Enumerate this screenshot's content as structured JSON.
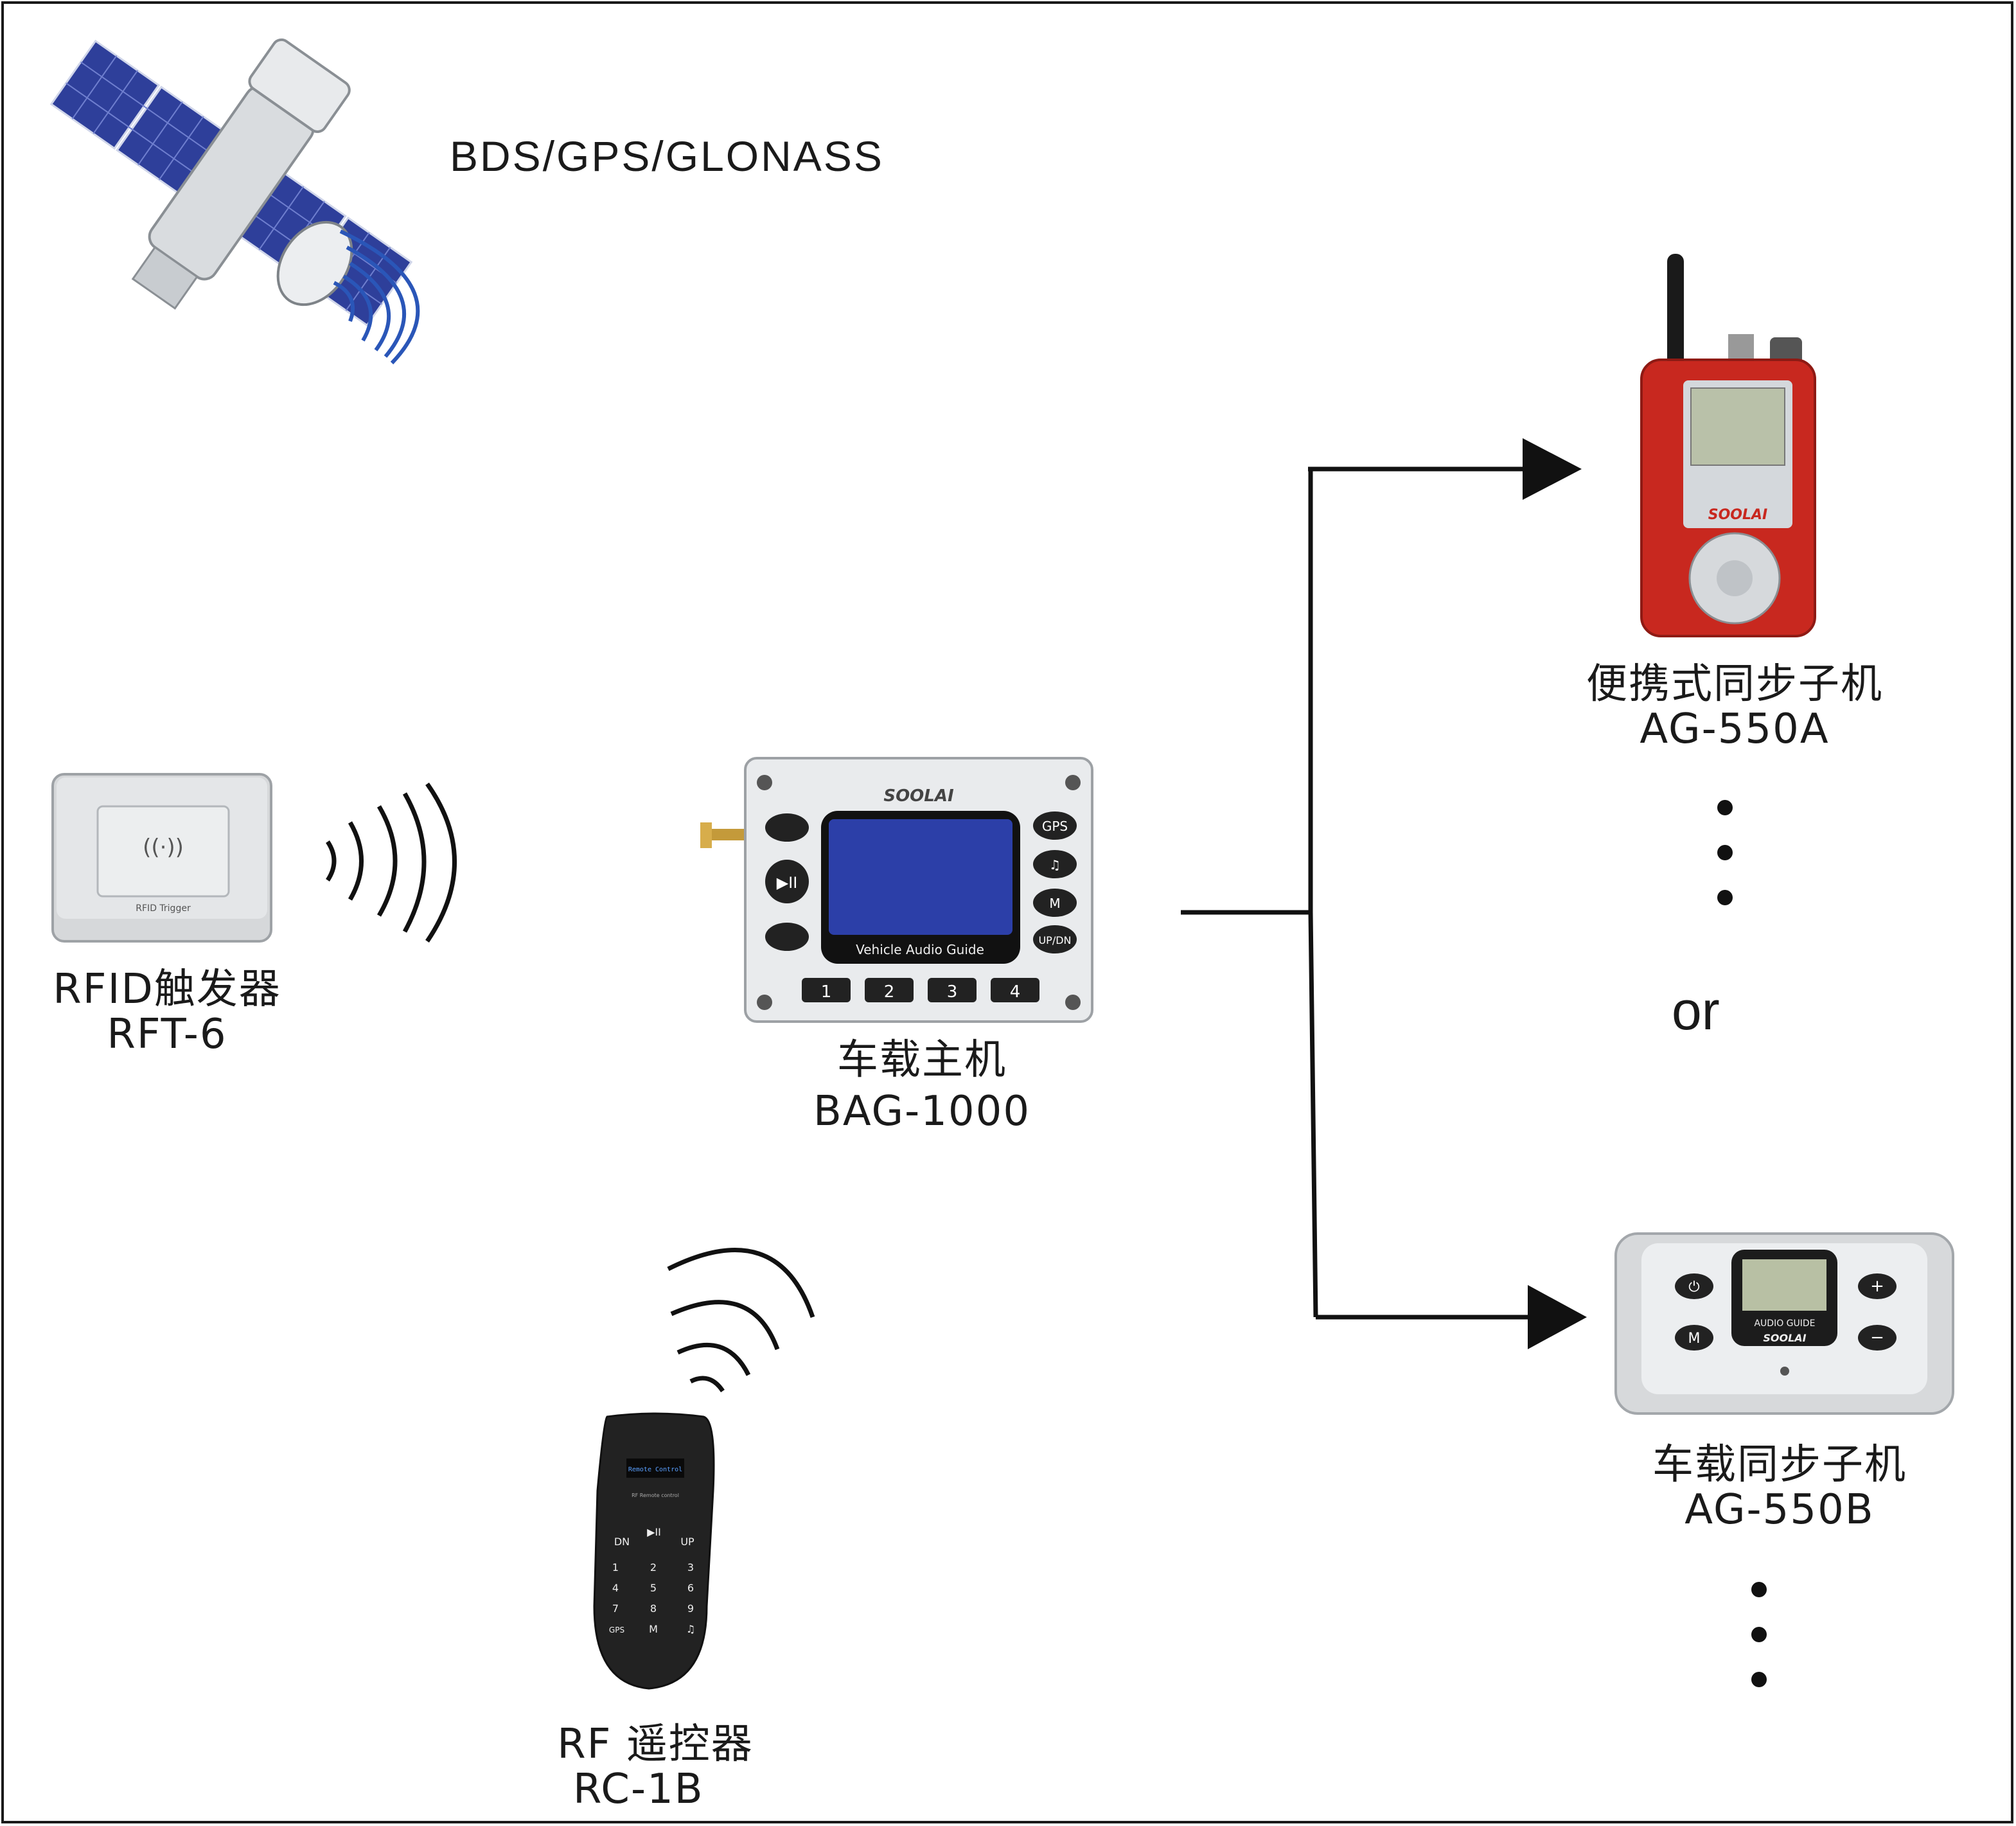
{
  "satellite": {
    "label": "BDS/GPS/GLONASS",
    "icon": "satellite-icon"
  },
  "rfid": {
    "name": "RFID触发器",
    "model": "RFT-6",
    "device_text": "RFID Trigger",
    "device_symbol": "((·))"
  },
  "host": {
    "name": "车载主机",
    "model": "BAG-1000",
    "brand": "SOOLAI",
    "screen_text": "Vehicle Audio Guide",
    "side_buttons": [
      "GPS",
      "♫",
      "M",
      "UP/DN"
    ],
    "number_buttons": [
      "1",
      "2",
      "3",
      "4"
    ]
  },
  "portable": {
    "name": "便携式同步子机",
    "model": "AG-550A",
    "brand": "SOOLAI"
  },
  "vehicle_sub": {
    "name": "车载同步子机",
    "model": "AG-550B",
    "brand": "SOOLAI",
    "screen_text": "AUDIO GUIDE",
    "buttons": [
      "⏻",
      "M",
      "+",
      "−"
    ]
  },
  "remote": {
    "name": "RF 遥控器",
    "model": "RC-1B",
    "screen_text": "Remote Control",
    "sub_text": "RF Remote control",
    "keys": [
      "DN",
      "▶II",
      "UP",
      "1",
      "2",
      "3",
      "4",
      "5",
      "6",
      "7",
      "8",
      "9",
      "GPS",
      "M",
      "♫"
    ]
  },
  "or_text": "or",
  "colors": {
    "line": "#111111",
    "portable_body": "#c8281f",
    "lcd_blue": "#2c3fa8",
    "panel": "#e6e8ea"
  }
}
